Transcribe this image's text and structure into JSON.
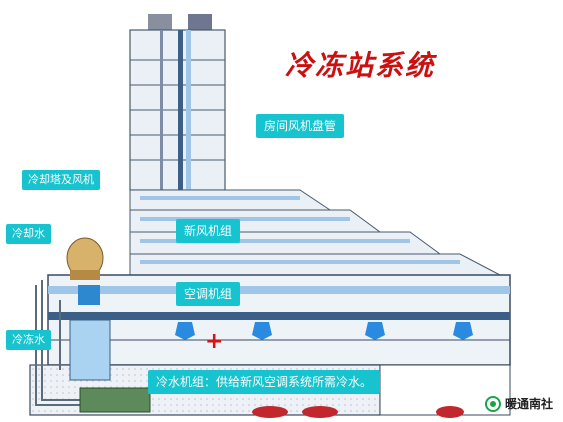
{
  "title": "冷冻站系统",
  "labels": {
    "cooling_tower": "冷却塔及风机",
    "cooling_water": "冷却水",
    "chilled_water": "冷冻水",
    "fcu": "房间风机盘管",
    "fresh_air_unit": "新风机组",
    "ahu": "空调机组",
    "chiller": "冷水机组：供给新风空调系统所需冷水。"
  },
  "watermark": "暖通南社",
  "colors": {
    "accent": "#17c3cf",
    "title": "#cc1010",
    "pipe": "#3b5f86",
    "duct": "#9fc6e8"
  }
}
